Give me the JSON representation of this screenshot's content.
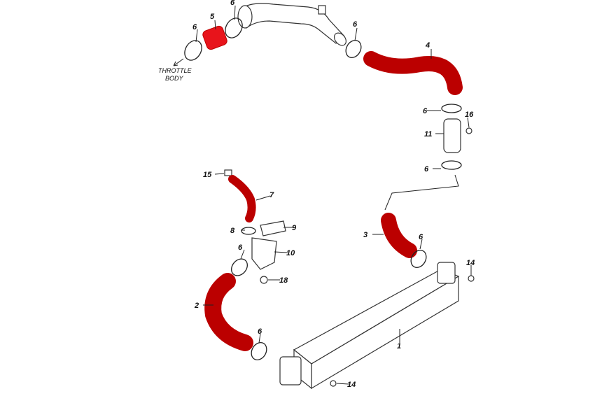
{
  "diagram": {
    "title": "Intercooler hose assembly",
    "colors": {
      "hose": "#e8141b",
      "line": "#222222"
    },
    "throttle_body_label": [
      "THROTTLE",
      "BODY"
    ],
    "callouts": [
      "6",
      "5",
      "6",
      "6",
      "4",
      "6",
      "16",
      "11",
      "6",
      "15",
      "7",
      "8",
      "9",
      "6",
      "10",
      "18",
      "2",
      "3",
      "6",
      "14",
      "1",
      "6",
      "14"
    ]
  }
}
